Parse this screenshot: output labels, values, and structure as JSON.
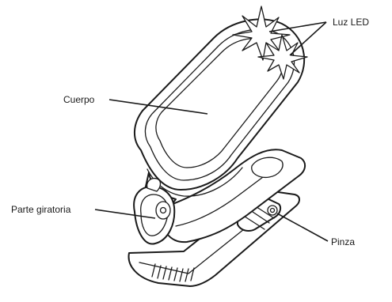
{
  "labels": {
    "led_light": "Luz LED",
    "body": "Cuerpo",
    "swivel": "Parte giratoria",
    "clip": "Pinza"
  },
  "colors": {
    "ink": "#1a1a1a",
    "background": "#ffffff",
    "shade": "#d8d8d8"
  }
}
